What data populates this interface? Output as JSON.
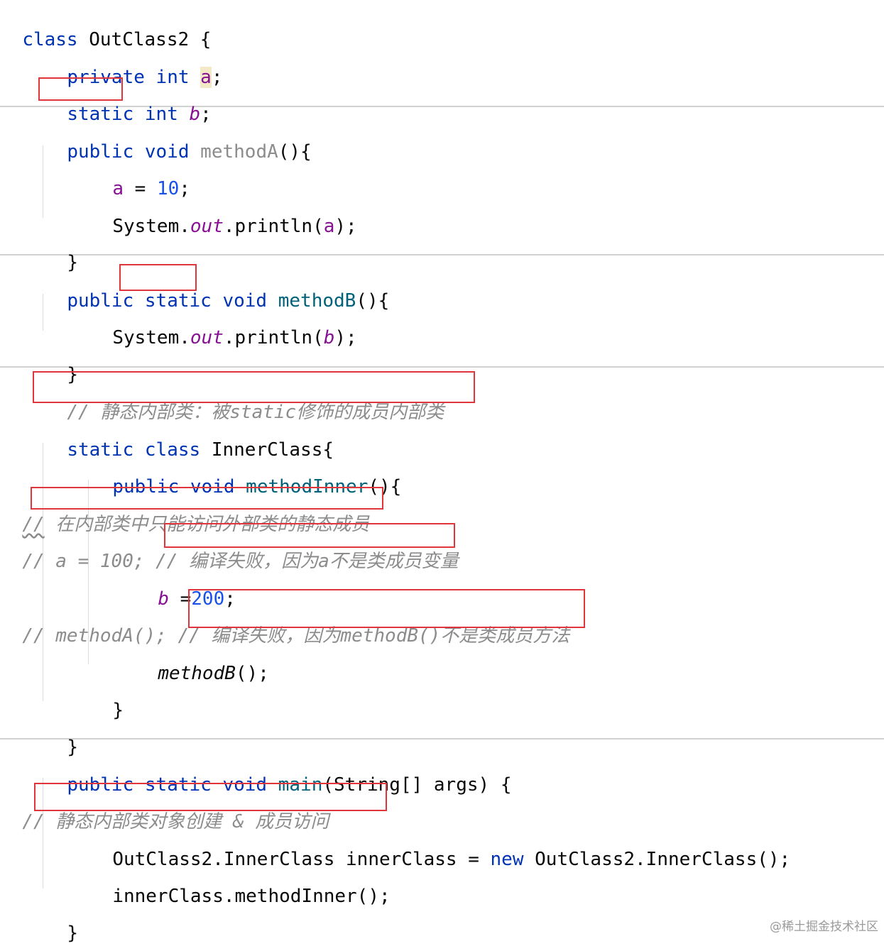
{
  "code": {
    "l01": {
      "kw": "class",
      "name": "OutClass2",
      "brace": "{"
    },
    "l02": {
      "kw1": "private",
      "kw2": "int",
      "field": "a",
      "semi": ";"
    },
    "l03": {
      "kw1": "static",
      "kw2": "int",
      "field": "b",
      "semi": ";"
    },
    "l04": {
      "kw1": "public",
      "kw2": "void",
      "method": "methodA",
      "rest": "(){"
    },
    "l05": {
      "field": "a",
      "eq": " = ",
      "num": "10",
      "semi": ";"
    },
    "l06": {
      "cls": "System.",
      "out": "out",
      "call": ".println(",
      "arg": "a",
      "end": ");"
    },
    "l07": {
      "brace": "}"
    },
    "l08": {
      "kw1": "public",
      "kw2": "static",
      "kw3": "void",
      "method": "methodB",
      "rest": "(){"
    },
    "l09": {
      "cls": "System.",
      "out": "out",
      "call": ".println(",
      "arg": "b",
      "end": ");"
    },
    "l10": {
      "brace": "}"
    },
    "l11": {
      "comment": "// 静态内部类：被static修饰的成员内部类"
    },
    "l12": {
      "kw1": "static",
      "kw2": "class",
      "name": "InnerClass{"
    },
    "l13": {
      "kw1": "public",
      "kw2": "void",
      "method": "methodInner",
      "rest": "(){"
    },
    "l14": {
      "slashes": "//",
      "comment": "在内部类中只能访问外部类的静态成员"
    },
    "l15": {
      "code": "// a = 100; //",
      "comment": "编译失败，因为a不是类成员变量"
    },
    "l16": {
      "field": "b",
      "eq": " =",
      "num": "200",
      "semi": ";"
    },
    "l17": {
      "code": "// methodA(); //",
      "comment": "编译失败，因为methodB()不是类成员方法"
    },
    "l18": {
      "call": "methodB",
      "end": "();"
    },
    "l19": {
      "brace": "}"
    },
    "l20": {
      "brace": "}"
    },
    "l21": {
      "kw1": "public",
      "kw2": "static",
      "kw3": "void",
      "method": "main",
      "rest": "(String[] args) {"
    },
    "l22": {
      "slashes": "//",
      "comment": "静态内部类对象创建 & 成员访问"
    },
    "l23": {
      "pre": "OutClass2.InnerClass innerClass = ",
      "kw": "new",
      "post": " OutClass2.InnerClass();"
    },
    "l24": {
      "text": "innerClass.methodInner();"
    },
    "l25": {
      "brace": "}"
    }
  },
  "watermark": "@稀土掘金技术社区"
}
